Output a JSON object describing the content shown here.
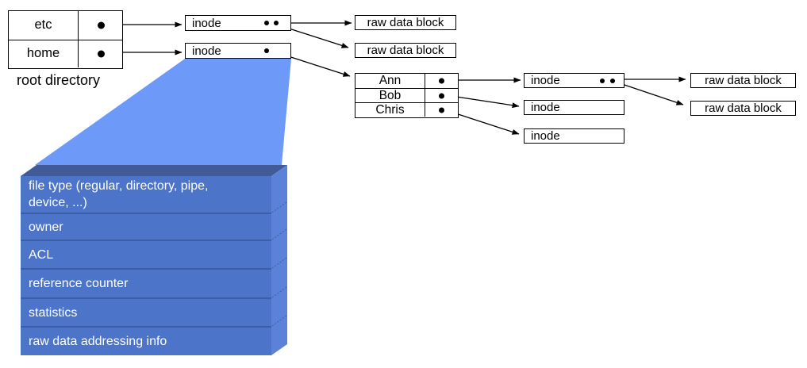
{
  "colors": {
    "funnel": "#6d99f8",
    "stack-front": "#4c74c8",
    "stack-top": "#425a96",
    "stack-side": "#5b82d8",
    "stack-divider": "#3b5fa6",
    "arrow": "#000000"
  },
  "root_directory": {
    "caption": "root directory",
    "entries": [
      "etc",
      "home"
    ]
  },
  "root_inodes": [
    {
      "label": "inode"
    },
    {
      "label": "inode"
    }
  ],
  "raw_blocks_top": [
    {
      "label": "raw data block"
    },
    {
      "label": "raw data block"
    }
  ],
  "home_directory": {
    "entries": [
      "Ann",
      "Bob",
      "Chris"
    ]
  },
  "user_inodes": [
    {
      "label": "inode"
    },
    {
      "label": "inode"
    },
    {
      "label": "inode"
    }
  ],
  "raw_blocks_right": [
    {
      "label": "raw data block"
    },
    {
      "label": "raw data block"
    }
  ],
  "inode_structure": {
    "fields": [
      "file type (regular, directory, pipe, device, ...)",
      "owner",
      "ACL",
      "reference counter",
      "statistics",
      "raw data addressing info"
    ]
  }
}
